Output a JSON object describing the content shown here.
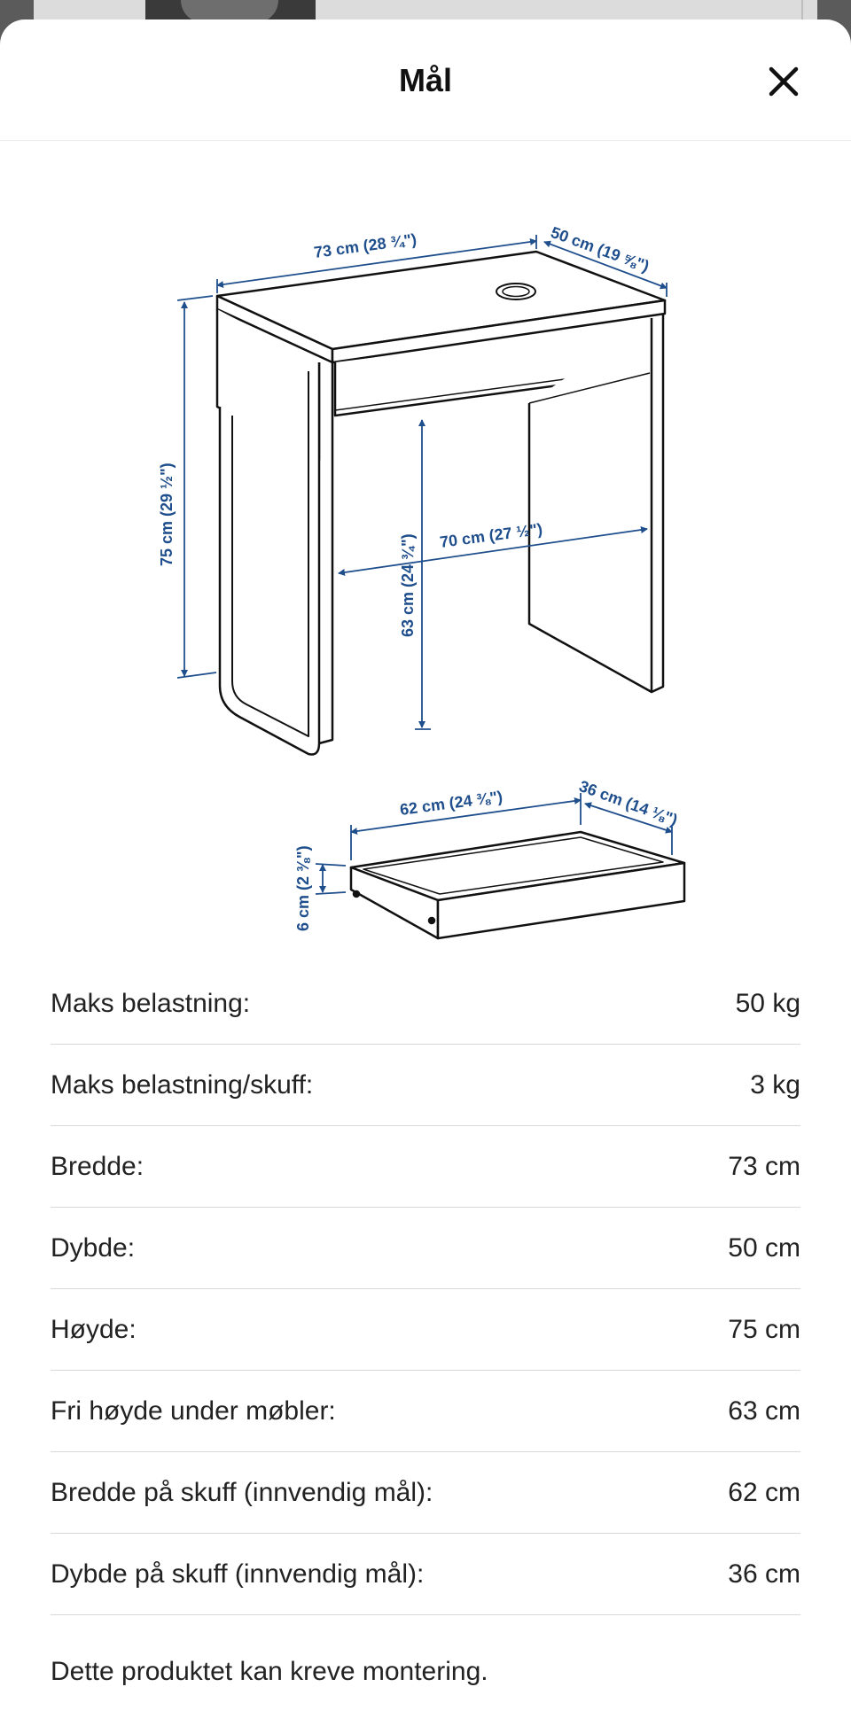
{
  "header": {
    "title": "Mål",
    "close_icon": "close-icon"
  },
  "diagram": {
    "desk": {
      "width": "73 cm (28 ¾\")",
      "depth": "50 cm (19 ⅝\")",
      "height": "75 cm (29 ½\")",
      "inner_width": "70 cm (27 ½\")",
      "clearance": "63 cm (24 ¾\")"
    },
    "drawer": {
      "width": "62 cm (24 ⅜\")",
      "depth": "36 cm (14 ⅛\")",
      "height": "6 cm (2 ⅜\")"
    },
    "colors": {
      "dimension": "#1f4e8c",
      "outline": "#111111"
    }
  },
  "specs": [
    {
      "label": "Maks belastning:",
      "value": "50 kg"
    },
    {
      "label": "Maks belastning/skuff:",
      "value": "3 kg"
    },
    {
      "label": "Bredde:",
      "value": "73 cm"
    },
    {
      "label": "Dybde:",
      "value": "50 cm"
    },
    {
      "label": "Høyde:",
      "value": "75 cm"
    },
    {
      "label": "Fri høyde under møbler:",
      "value": "63 cm"
    },
    {
      "label": "Bredde på skuff (innvendig mål):",
      "value": "62 cm"
    },
    {
      "label": "Dybde på skuff (innvendig mål):",
      "value": "36 cm"
    }
  ],
  "footnote": "Dette produktet kan kreve montering."
}
